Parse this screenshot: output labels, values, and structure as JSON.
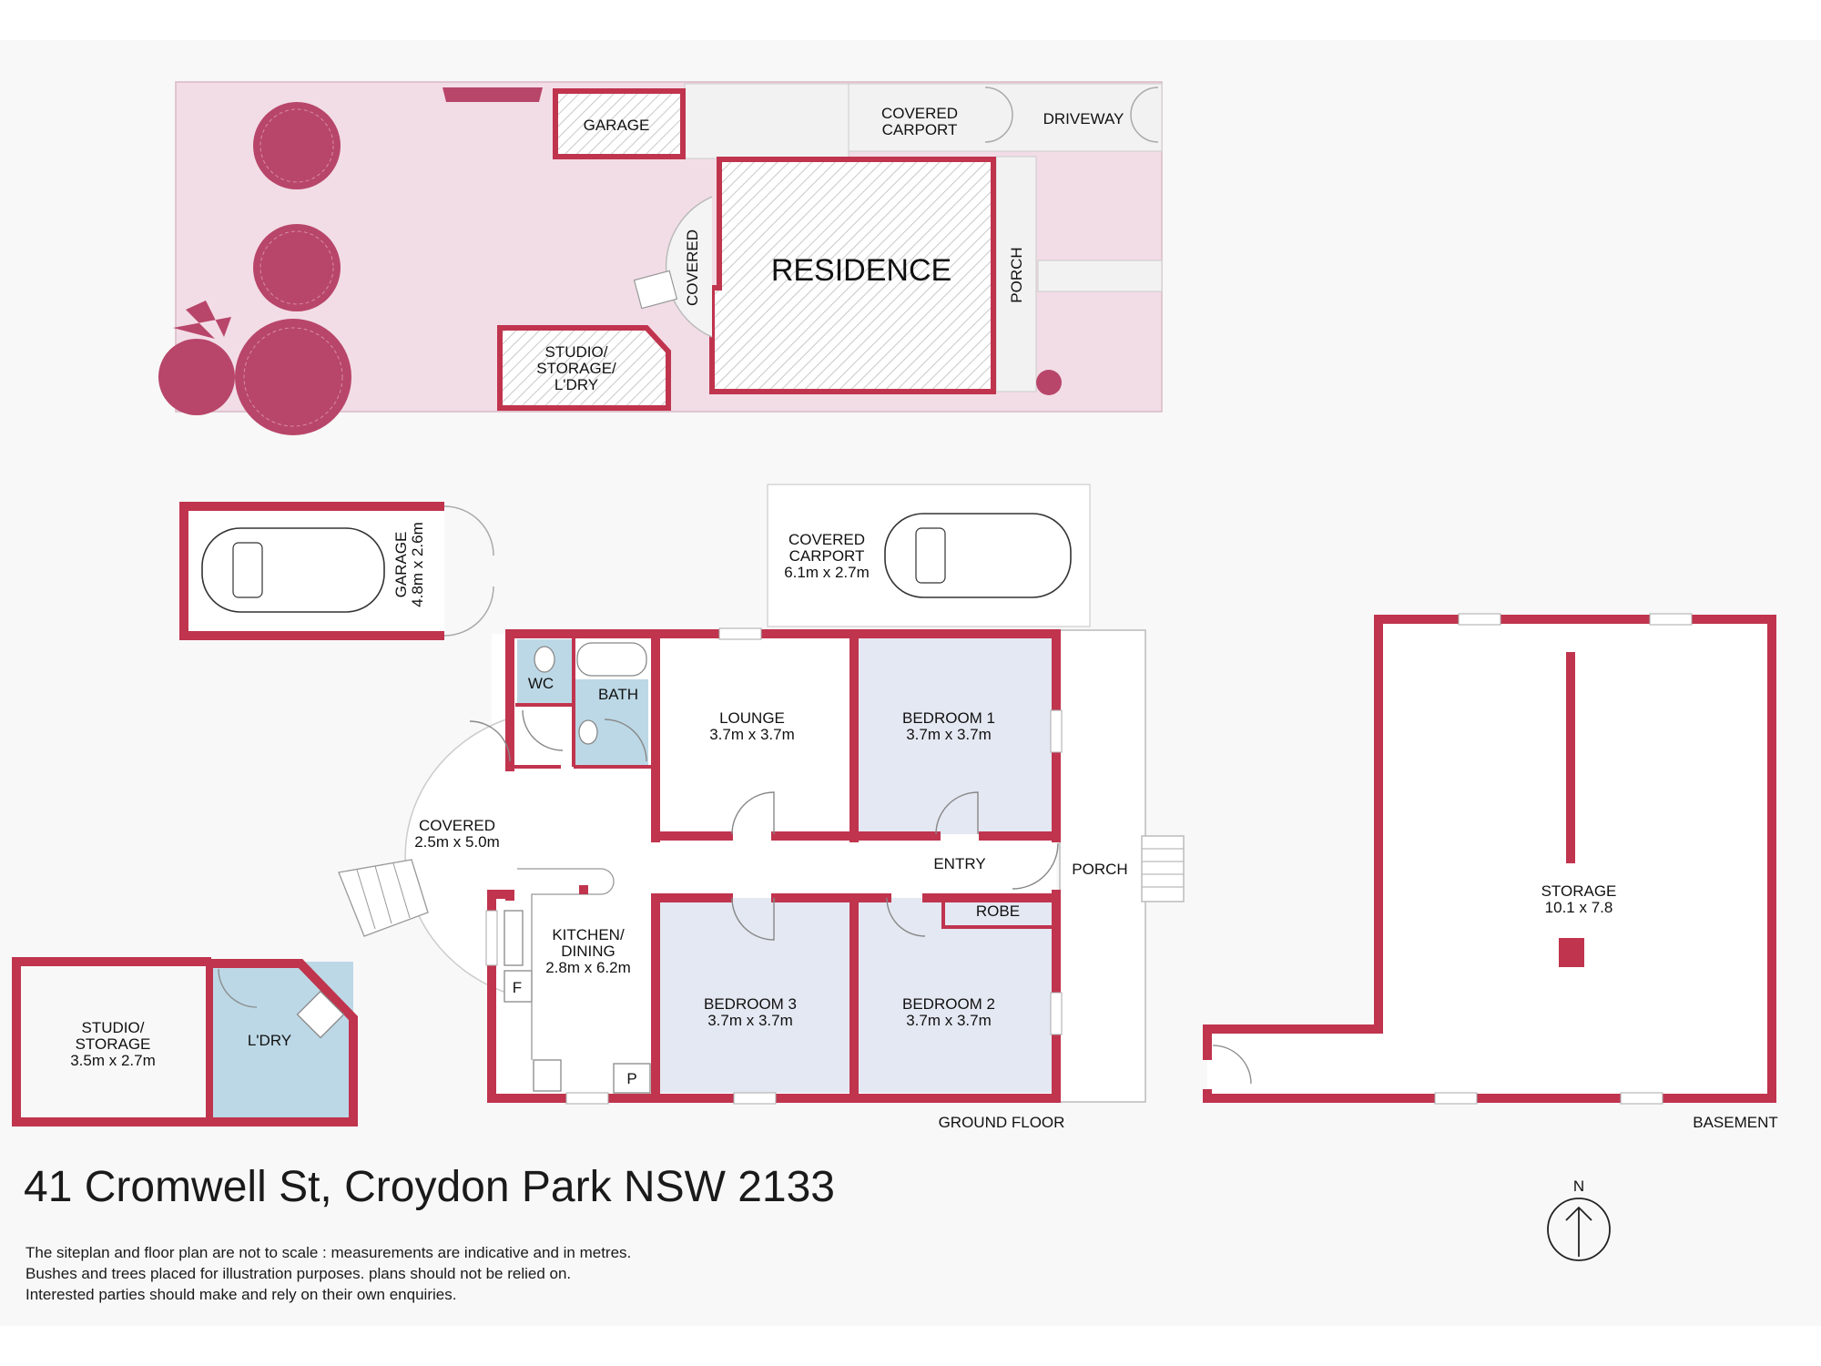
{
  "title": "41 Cromwell St, Croydon Park NSW 2133",
  "disclaimer": [
    "The siteplan and floor plan are not to scale : measurements are indicative and in metres.",
    "Bushes and trees placed for illustration purposes. plans should not be relied on.",
    "Interested parties should make and rely on their own enquiries."
  ],
  "colors": {
    "wall": "#c0344e",
    "site": "#f2dde6",
    "tree": "#b8466a",
    "bath_blue": "#bcd8e6",
    "bedroom_blue": "#e4e8f2",
    "background": "#f8f8f8"
  },
  "site_plan": {
    "garage": "GARAGE",
    "covered_carport": [
      "COVERED",
      "CARPORT"
    ],
    "driveway": "DRIVEWAY",
    "residence": "RESIDENCE",
    "covered": "COVERED",
    "porch": "PORCH",
    "studio": [
      "STUDIO/",
      "STORAGE/",
      "L'DRY"
    ]
  },
  "ground_floor": {
    "label": "GROUND FLOOR",
    "garage": {
      "name": "GARAGE",
      "size": "4.8m x 2.6m"
    },
    "carport": {
      "name": [
        "COVERED",
        "CARPORT"
      ],
      "size": "6.1m x 2.7m"
    },
    "wc": "WC",
    "bath": "BATH",
    "lounge": {
      "name": "LOUNGE",
      "size": "3.7m x 3.7m"
    },
    "bedroom1": {
      "name": "BEDROOM 1",
      "size": "3.7m x 3.7m"
    },
    "covered": {
      "name": "COVERED",
      "size": "2.5m x 5.0m"
    },
    "entry": "ENTRY",
    "porch": "PORCH",
    "kitchen": {
      "name": [
        "KITCHEN/",
        "DINING"
      ],
      "size": "2.8m x 6.2m"
    },
    "fridge": "F",
    "pantry": "P",
    "bedroom3": {
      "name": "BEDROOM 3",
      "size": "3.7m x 3.7m"
    },
    "bedroom2": {
      "name": "BEDROOM 2",
      "size": "3.7m x 3.7m"
    },
    "robe": "ROBE",
    "studio": {
      "name": [
        "STUDIO/",
        "STORAGE"
      ],
      "size": "3.5m x 2.7m"
    },
    "laundry": "L'DRY"
  },
  "basement": {
    "label": "BASEMENT",
    "storage": {
      "name": "STORAGE",
      "size": "10.1 x 7.8"
    }
  },
  "compass": "N"
}
